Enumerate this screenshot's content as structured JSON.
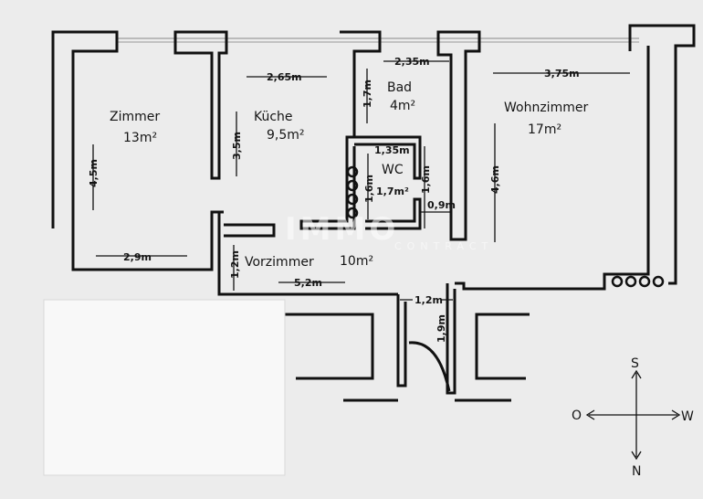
{
  "rooms": {
    "zimmer": {
      "name": "Zimmer",
      "area": "13m²",
      "width": "2,9m",
      "height": "4,5m"
    },
    "kueche": {
      "name": "Küche",
      "area": "9,5m²",
      "width": "2,65m",
      "height": "3,5m"
    },
    "bad": {
      "name": "Bad",
      "area": "4m²",
      "width": "2,35m",
      "height": "1,7m"
    },
    "wc": {
      "name": "WC",
      "area": "1,7m²",
      "width": "1,35m",
      "height": "1,6m",
      "side_height": "1,6m",
      "gap": "0,9m"
    },
    "wohnzimmer": {
      "name": "Wohnzimmer",
      "area": "17m²",
      "width": "3,75m",
      "height": "4,6m"
    },
    "vorzimmer": {
      "name": "Vorzimmer",
      "area": "10m²",
      "width": "5,2m",
      "height": "1,2m"
    },
    "entrance": {
      "width": "1,2m",
      "depth": "1,9m"
    }
  },
  "compass": {
    "top": "S",
    "left": "O",
    "right": "W",
    "bottom": "N"
  },
  "watermark": {
    "main": "IMMO",
    "sub": "CONTRACT"
  }
}
